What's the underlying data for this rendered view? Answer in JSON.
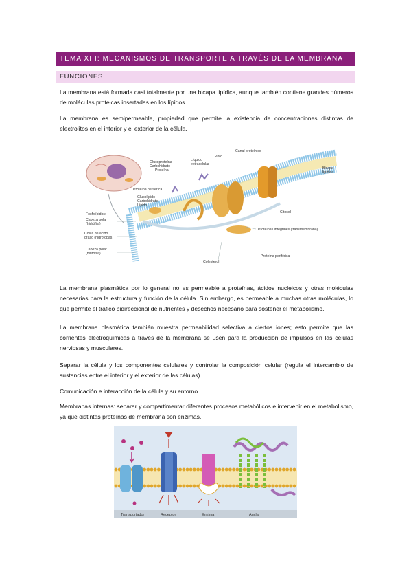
{
  "header": {
    "title": "TEMA XIII: MECANISMOS DE TRANSPORTE A TRAVÉS DE LA MEMBRANA",
    "section": "FUNCIONES"
  },
  "paragraphs": {
    "p1": "La membrana está formada casi totalmente por una bicapa lipídica, aunque también contiene grandes números de moléculas proteicas insertadas en los lípidos.",
    "p2": "La membrana es semipermeable, propiedad que permite la existencia de concentraciones distintas de electrolitos en el interior y el exterior de la célula.",
    "p3": "La membrana plasmática por lo general no es permeable a proteínas, ácidos nucleicos y otras moléculas necesarias para la estructura y función de la célula. Sin embargo, es permeable a muchas otras moléculas, lo que permite el tráfico bidireccional de nutrientes y desechos necesario para sostener el metabolismo.",
    "p4": "La membrana plasmática también muestra permeabilidad selectiva a ciertos iones; esto permite que las corrientes electroquímicas a través de la membrana se usen para la producción de impulsos en las células nerviosas y musculares.",
    "p5": "Separar la célula y los componentes celulares y controlar la composición celular (regula el intercambio de sustancias entre el interior y el exterior de las células).",
    "p6": "Comunicación e interacción de la célula y su entorno.",
    "p7": "Membranas internas: separar y compartimentar diferentes procesos metabólicos e intervenir en el metabolismo, ya que distintas proteínas de membrana son enzimas."
  },
  "figure1": {
    "labels": {
      "glucoproteina": "Glucoproteína",
      "carbohidrato": "Carbohidrato",
      "proteina": "Proteína",
      "liquido": "Líquido",
      "extracelular": "extracelular",
      "poro": "Poro",
      "canal": "Canal proteínico",
      "bicapa": "Bicapa",
      "lipidica": "lipídica",
      "proteina_periferica": "Proteína periférica",
      "glucolipido": "Glucolípido",
      "carbohidrato2": "Carbohidrato",
      "lipido": "Lípido",
      "citosol": "Citosol",
      "fosfolipidos": "Fosfolípidos:",
      "cabeza_polar": "Cabeza polar",
      "hidrofila": "(hidrófila)",
      "colas": "Colas de ácido",
      "graso": "graso (hidrófobas)",
      "cabeza_polar2": "Cabeza polar",
      "hidrofila2": "(hidrófila)",
      "integrales": "Proteínas integrales (transmembrana)",
      "proteina_periferica2": "Proteína periférica",
      "colesterol": "Colesterol"
    }
  },
  "figure2": {
    "labels": [
      "Transportador",
      "Receptor",
      "Enzima",
      "Ancla"
    ],
    "colors": {
      "background": "#dde8f3",
      "heads": "#e0a62a",
      "transporter": "#6fb3dd",
      "receptor": "#3b63b0",
      "enzyme": "#d45bb6",
      "anchor": "#7bbf3c",
      "label_bar": "#c7d0d9"
    }
  }
}
